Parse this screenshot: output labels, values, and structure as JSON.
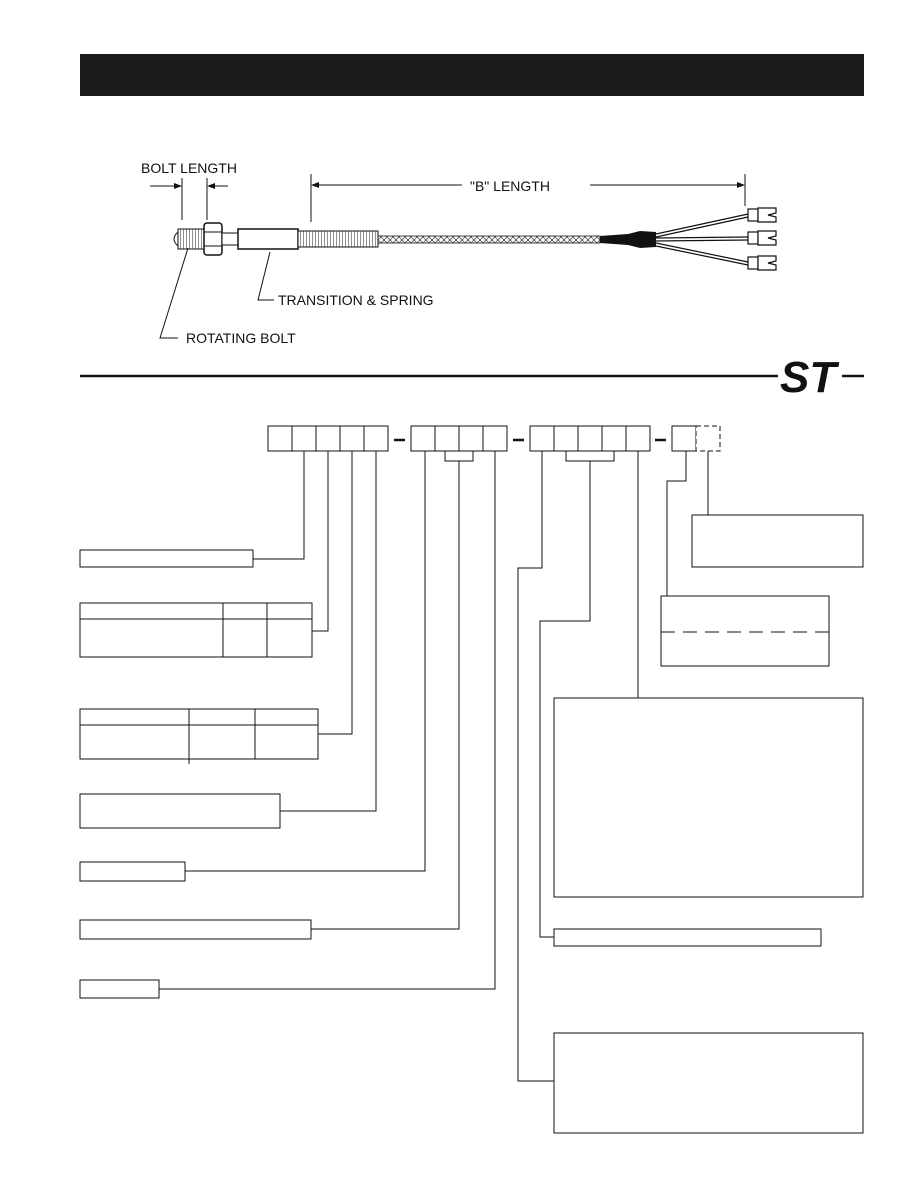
{
  "diagram": {
    "labels": {
      "bolt_length": "BOLT LENGTH",
      "b_length": "\"B\" LENGTH",
      "transition_spring": "TRANSITION & SPRING",
      "rotating_bolt": "ROTATING BOLT"
    }
  },
  "logo": {
    "text": "ST"
  }
}
